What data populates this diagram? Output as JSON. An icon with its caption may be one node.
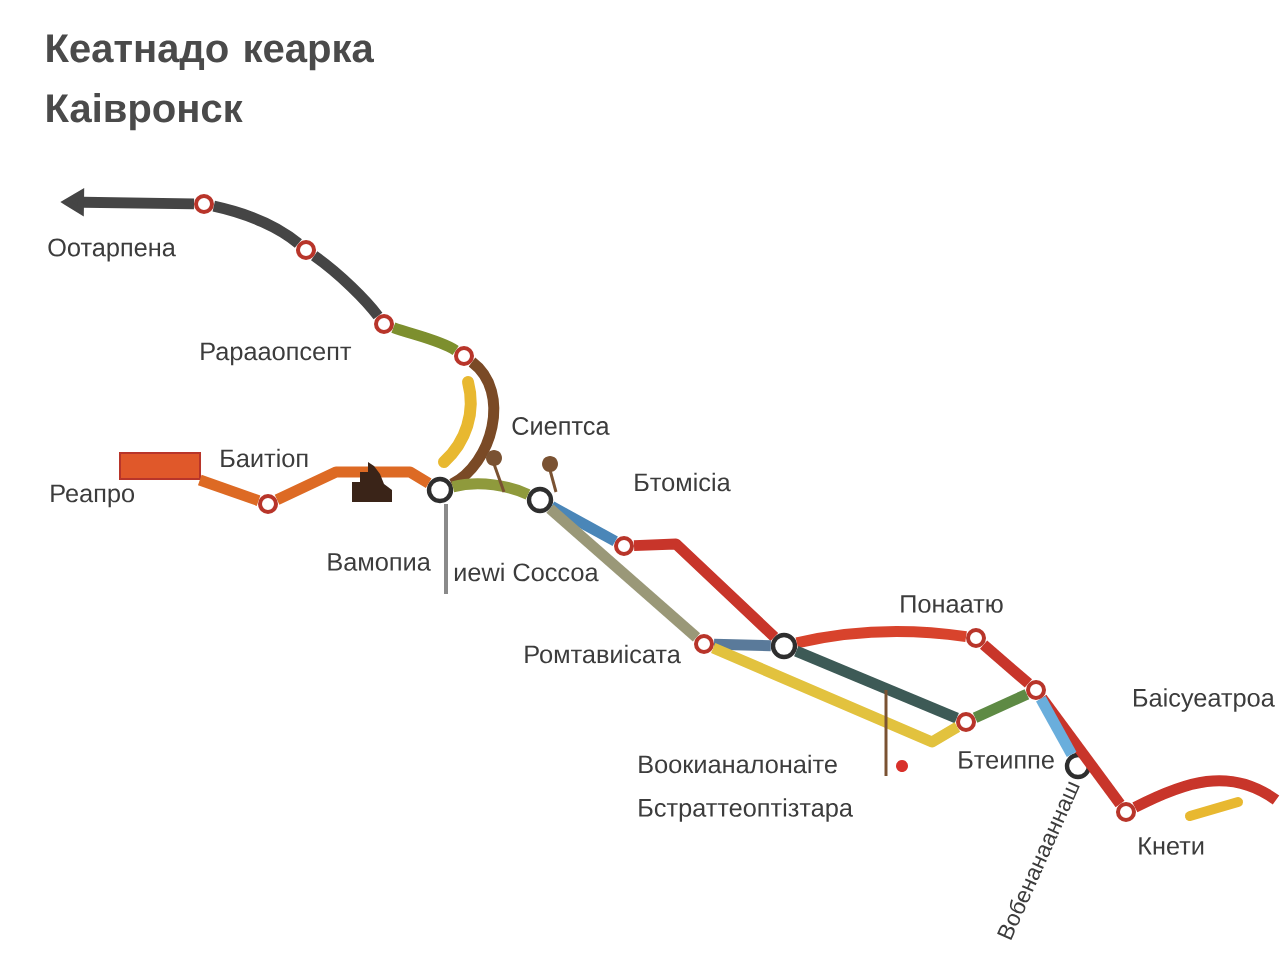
{
  "diagram": {
    "title": "Кеатнадо кеарка Каівронск",
    "nodes": [
      {
        "text": [],
        "shape": "circle",
        "beside": [
          "Оотарпена"
        ]
      },
      {
        "text": [],
        "shape": "circle"
      },
      {
        "text": [],
        "shape": "circle",
        "beside": [
          "Рарааопсепт"
        ]
      },
      {
        "text": [],
        "shape": "circle"
      },
      {
        "text": [],
        "shape": "circle",
        "beside": [
          "Вамопиа"
        ]
      },
      {
        "text": [],
        "shape": "circle",
        "beside": [
          "Баитіоп"
        ]
      },
      {
        "text": [],
        "shape": "bar",
        "beside": [
          "Реапро"
        ]
      },
      {
        "text": [],
        "shape": "circle",
        "beside": [
          "Сиептса"
        ]
      },
      {
        "text": [],
        "shape": "circle",
        "beside": [
          "Бтомісіа"
        ]
      },
      {
        "text": [],
        "shape": "circle",
        "beside": [
          "Ромтавиісата"
        ]
      },
      {
        "text": [],
        "shape": "circle"
      },
      {
        "text": [],
        "shape": "circle",
        "beside": [
          "Понаатю"
        ]
      },
      {
        "text": [],
        "shape": "circle",
        "beside": [
          "Бтеиппе"
        ]
      },
      {
        "text": [],
        "shape": "circle",
        "beside": [
          "Баісуеатроа"
        ]
      },
      {
        "text": [],
        "shape": "circle",
        "beside": [
          "Вобенанааннаш"
        ]
      },
      {
        "text": [],
        "shape": "circle",
        "beside": [
          "Кнети"
        ]
      }
    ],
    "edges": [
      {
        "from": 0,
        "to": null,
        "arrow": "to",
        "color": "#454545"
      },
      {
        "from": 0,
        "to": 1,
        "arrow": "none",
        "color": "#454545"
      },
      {
        "from": 1,
        "to": 2,
        "arrow": "none",
        "color": "#454545"
      },
      {
        "from": 2,
        "to": 3,
        "arrow": "none",
        "color": "#7d8f2e"
      },
      {
        "from": 3,
        "to": 4,
        "arrow": "none",
        "color": "#7a4a26"
      },
      {
        "from": 6,
        "to": 5,
        "arrow": "none",
        "color": "#dd6a24"
      },
      {
        "from": 5,
        "to": 4,
        "arrow": "none",
        "color": "#dd6a24"
      },
      {
        "from": 4,
        "to": 7,
        "arrow": "none",
        "color": "#8f9a3c"
      },
      {
        "from": 7,
        "to": 8,
        "arrow": "none",
        "color": "#4a86b8"
      },
      {
        "from": 8,
        "to": 10,
        "arrow": "none",
        "color": "#c8352a"
      },
      {
        "from": 7,
        "to": 9,
        "arrow": "none",
        "color": "#9a9878"
      },
      {
        "from": 9,
        "to": 10,
        "arrow": "none",
        "color": "#5a7a9a"
      },
      {
        "from": 10,
        "to": 11,
        "arrow": "none",
        "color": "#d8432c"
      },
      {
        "from": 11,
        "to": 13,
        "arrow": "none",
        "color": "#c8352a"
      },
      {
        "from": 13,
        "to": 15,
        "arrow": "none",
        "color": "#c8352a"
      },
      {
        "from": 10,
        "to": 12,
        "arrow": "none",
        "color": "#3d5a56"
      },
      {
        "from": 12,
        "to": 13,
        "arrow": "none",
        "color": "#5e8a44"
      },
      {
        "from": 13,
        "to": 14,
        "arrow": "none",
        "color": "#6aaedc"
      },
      {
        "from": 15,
        "to": null,
        "arrow": "none",
        "color": "#c8352a"
      },
      {
        "from": 9,
        "to": 12,
        "arrow": "none",
        "color": "#e2c23e"
      }
    ],
    "labels": [
      "иеwі Соссоа",
      "Воокианалонаіте",
      "Бстраттеоптізтара"
    ]
  }
}
